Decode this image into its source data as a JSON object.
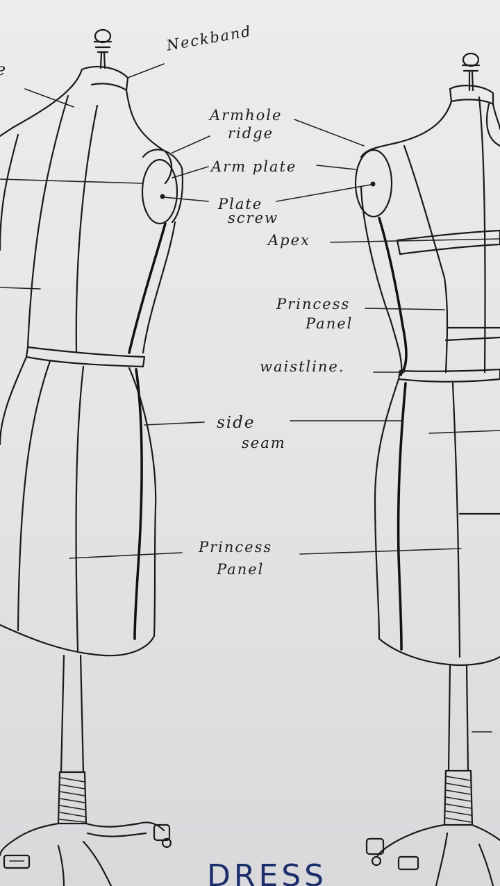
{
  "labels": {
    "edge_left": "e",
    "neckband": "Neckband",
    "armhole_ridge_1": "Armhole",
    "armhole_ridge_2": "ridge",
    "arm_plate": "Arm plate",
    "plate_screw_1": "Plate",
    "plate_screw_2": "screw",
    "apex": "Apex",
    "princess_panel_upper_1": "Princess",
    "princess_panel_upper_2": "Panel",
    "waistline": "waistline.",
    "side_seam_1": "side",
    "side_seam_2": "seam",
    "princess_panel_lower_1": "Princess",
    "princess_panel_lower_2": "Panel"
  },
  "title_partial": "DRESS",
  "colors": {
    "ink": "#1a1a1a",
    "title_ink": "#1c2d6b",
    "paper": "#e9e9ea"
  }
}
